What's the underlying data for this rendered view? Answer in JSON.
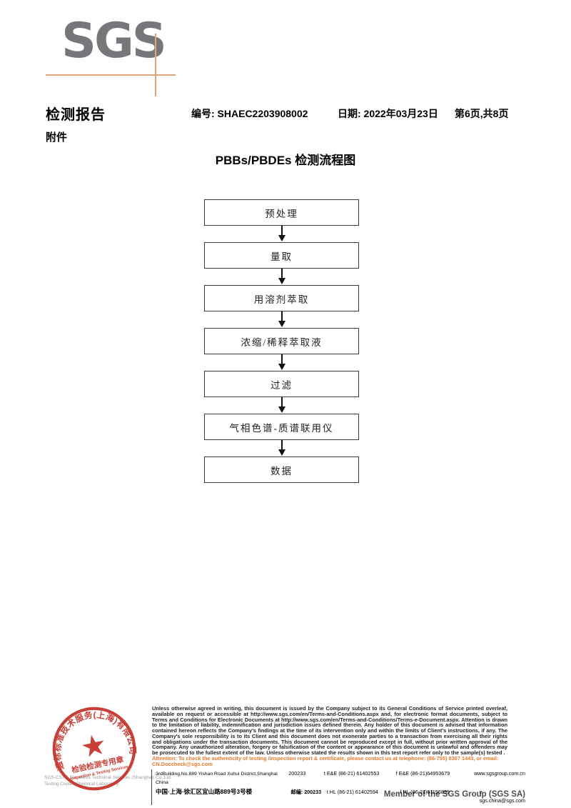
{
  "colors": {
    "logo_gray": "#76777a",
    "registration_mark_orange": "#dfa67e",
    "stamp_red": "#c5352c",
    "attention_orange": "#e87a2e"
  },
  "header": {
    "logo_text": "SGS",
    "report_title": "检测报告",
    "report_no": "编号: SHAEC2203908002",
    "date": "日期: 2022年03月23日",
    "page_info": "第6页,共8页",
    "attachment_label": "附件"
  },
  "flowchart": {
    "title": "PBBs/PBDEs 检测流程图",
    "steps": [
      "预处理",
      "量取",
      "用溶剂萃取",
      "浓缩/稀释萃取液",
      "过滤",
      "气相色谱-质谱联用仪",
      "数据"
    ]
  },
  "stamp": {
    "ring_text": "通标标准技术服务(上海)有限公司",
    "star_glyph": "★",
    "line1": "检验检测专用章",
    "line2": "Inspection & Testing Services",
    "company_line1": "SGS-CSTC Standards Technical Services (Shanghai) Co.,Ltd.",
    "company_line2": "Testing Center-Chemical Laboratory."
  },
  "footer": {
    "disclaimer": "Unless otherwise agreed in writing, this document is issued by the Company subject to its General Conditions of Service printed overleaf, available on request or accessible at http://www.sgs.com/en/Terms-and-Conditions.aspx and, for electronic format documents, subject to Terms and Conditions for Electronic Documents at http://www.sgs.com/en/Terms-and-Conditions/Terms-e-Document.aspx. Attention is drawn to the limitation of liability, indemnification and jurisdiction issues defined therein. Any holder of this document is advised that information contained hereon reflects the Company's findings at the time of its intervention only and within the limits of Client's instructions, if any. The Company's sole responsibility is to its Client and this document does not exonerate parties to a transaction from exercising all their rights and obligations under the transaction documents. This document cannot be reproduced except in full, without prior written approval of the Company. Any unauthorized alteration, forgery or falsification of the content or appearance of this document is unlawful and offenders may be prosecuted to the fullest extent of the law. Unless otherwise stated the results shown in this test report refer only to the sample(s) tested .",
    "attention": "Attention: To check the authenticity of testing /inspection report & certificate, please contact us at telephone: (86-755) 8307 1443, or email: CN.Doccheck@sgs.com",
    "address": {
      "en_line": "3rdBuilding,No.889 Yishan Road Xuhui District,Shanghai China",
      "en_postal": "200233",
      "cn_line": "中国·上海·徐汇区宜山路889号3号楼",
      "cn_postal": "邮编: 200233",
      "tel_row1": "t E&E (86-21) 61402553",
      "fax_row1": "f E&E (86-21)64953679",
      "tel_row2": "t HL (86-21) 61402594",
      "fax_row2": "f HL (86-21)61156899",
      "web": "www.sgsgroup.com.cn",
      "email": "e sgs.china@sgs.com"
    },
    "member_text": "Member of the SGS Group (SGS SA)"
  }
}
